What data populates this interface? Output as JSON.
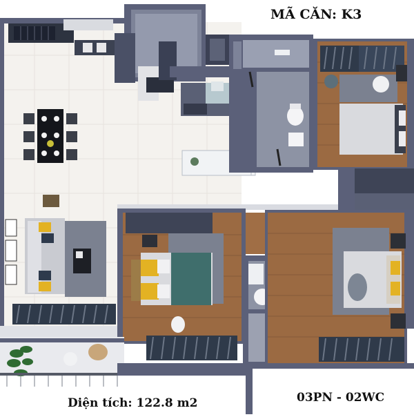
{
  "labels": {
    "unit_code": "MÃ CĂN: K3",
    "area": "Diện tích: 122.8 m2",
    "rooms": "03PN - 02WC"
  },
  "colors": {
    "wall": "#5b6079",
    "wall_dark": "#3f4459",
    "wood_floor": "#9b6a42",
    "tile_floor": "#f4f2ee",
    "bathroom_floor": "#8d93a4",
    "rug": "#7b8190",
    "bedding": "#d9dade",
    "blanket_teal": "#3f6e6c",
    "pillow_yellow": "#e3b223",
    "sofa": "#c9cbd1",
    "curtain": "#2f3a4a",
    "plant_green": "#2f6b32"
  }
}
